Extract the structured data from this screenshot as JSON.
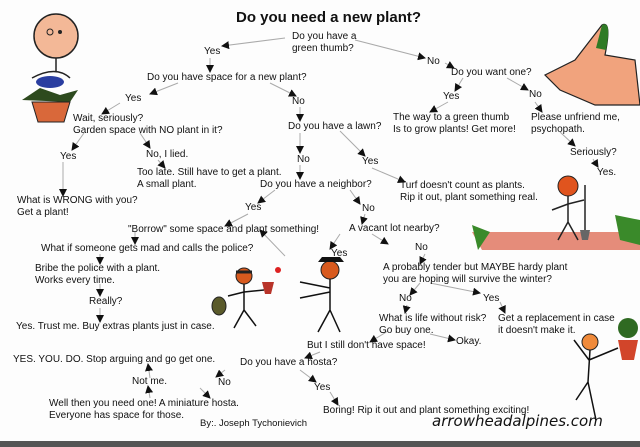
{
  "title": "Do you need a new plant?",
  "nodes": {
    "green_thumb": [
      "Do you have a",
      "green thumb?"
    ],
    "yes1": "Yes",
    "no1": "No",
    "space": "Do you have space for a new plant?",
    "want_one": "Do you want one?",
    "yes2": "Yes",
    "no2": "No",
    "yes3": "Yes",
    "no3": "No",
    "wait_seriously": [
      "Wait, seriously?",
      "Garden space with NO plant in it?"
    ],
    "lawn": "Do you have a lawn?",
    "green_way": [
      "The way to a green thumb",
      "Is to grow plants! Get more!"
    ],
    "unfriend": [
      "Please unfriend me,",
      "psychopath."
    ],
    "yes4": "Yes",
    "no_lied": "No, I lied.",
    "no4": "No",
    "yes5": "Yes",
    "seriously": "Seriously?",
    "yes_dot": "Yes.",
    "too_late": [
      "Too late. Still have to get a plant.",
      "A small plant."
    ],
    "neighbor": "Do you have a neighbor?",
    "turf": [
      "Turf doesn't count as plants.",
      "Rip it out, plant something real."
    ],
    "wrong": [
      "What is WRONG with you?",
      "Get a plant!"
    ],
    "yes6": "Yes",
    "no5": "No",
    "borrow": "\"Borrow\" some space and plant something!",
    "vacant_lot": "A vacant lot nearby?",
    "police": "What if someone gets mad and calls the police?",
    "yes7": "Yes",
    "no6": "No",
    "bribe": [
      "Bribe the police with a plant.",
      "Works every time."
    ],
    "tender": [
      "A probably tender but MAYBE hardy plant",
      "you are hoping will survive the winter?"
    ],
    "really": "Really?",
    "no7": "No",
    "yes8": "Yes",
    "trust_me": "Yes. Trust me. Buy extras plants just in case.",
    "risk": [
      "What is life without risk?",
      "Go buy one."
    ],
    "replacement": [
      "Get a replacement in case",
      "it doesn't make it."
    ],
    "okay": "Okay.",
    "still_no_space": "But I still don't have space!",
    "yes_you_do": "YES. YOU. DO. Stop arguing and go get one.",
    "hosta": "Do you have a hosta?",
    "not_me": "Not me.",
    "no8": "No",
    "yes9": "Yes",
    "miniature": [
      "Well then you need one! A miniature hosta.",
      "Everyone has space for those."
    ],
    "boring": "Boring! Rip it out and plant something exciting!"
  },
  "credit": "By:. Joseph Tychonievich",
  "website": "arrowheadalpines.com"
}
